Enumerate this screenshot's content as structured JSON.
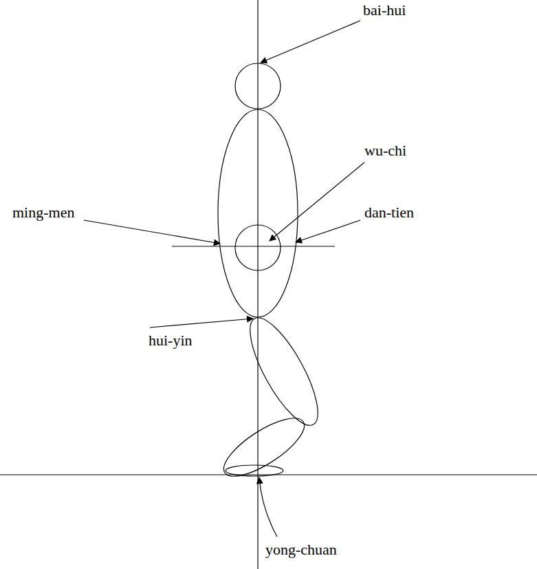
{
  "diagram": {
    "labels": [
      "bai-hui",
      "wu-chi",
      "ming-men",
      "dan-tien",
      "hui-yin",
      "yong-chuan"
    ]
  }
}
